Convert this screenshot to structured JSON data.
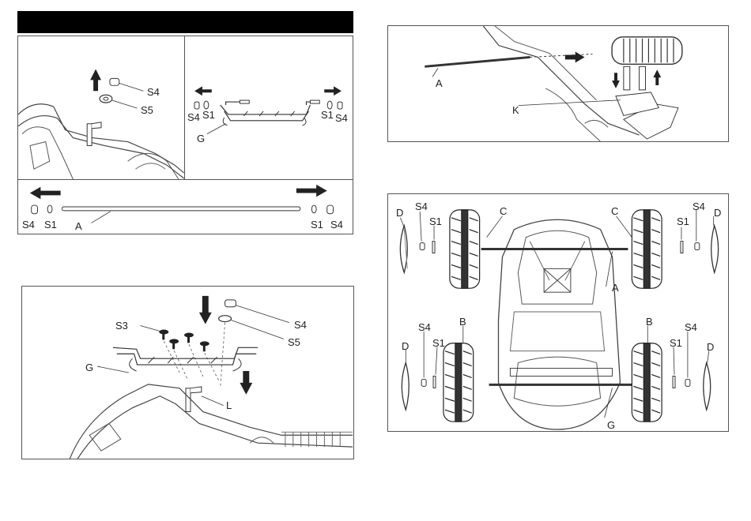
{
  "step1": {
    "part_s4": "S4",
    "part_s5": "S5"
  },
  "step2": {
    "left_s4": "S4",
    "left_s1": "S1",
    "right_s1": "S1",
    "right_s4": "S4",
    "part_g": "G"
  },
  "step3": {
    "left_s4": "S4",
    "left_s1": "S1",
    "part_a": "A",
    "right_s1": "S1",
    "right_s4": "S4"
  },
  "step4": {
    "part_s3": "S3",
    "part_s4": "S4",
    "part_s5": "S5",
    "part_g": "G",
    "part_l": "L"
  },
  "step5": {
    "part_a": "A",
    "part_k": "K"
  },
  "step6": {
    "tl_d": "D",
    "tl_s4": "S4",
    "tl_s1": "S1",
    "tl_c": "C",
    "tr_c": "C",
    "tr_s4": "S4",
    "tr_d": "D",
    "tr_s1": "S1",
    "mid_a": "A",
    "bl_s4": "S4",
    "bl_b": "B",
    "bl_d": "D",
    "bl_s1": "S1",
    "br_b": "B",
    "br_s4": "S4",
    "br_s1": "S1",
    "br_d": "D",
    "mid_g": "G"
  },
  "colors": {
    "header": "#000000",
    "line": "#333333",
    "border": "#555555"
  }
}
